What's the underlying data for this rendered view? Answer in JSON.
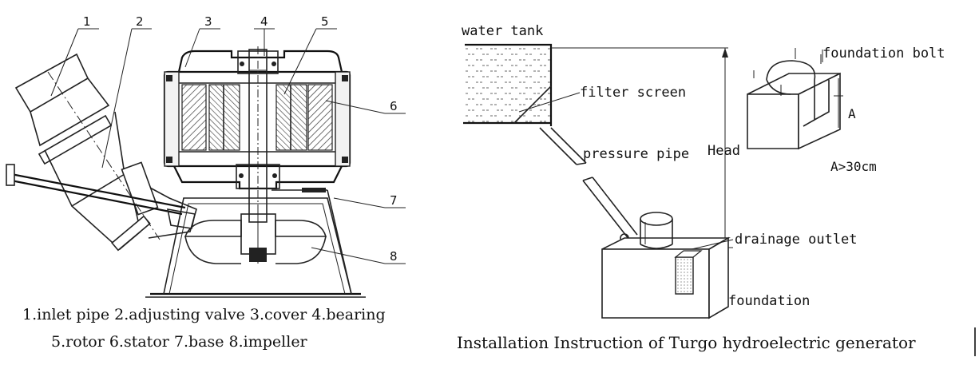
{
  "left_figure": {
    "callouts": [
      "1",
      "2",
      "3",
      "4",
      "5",
      "6",
      "7",
      "8"
    ],
    "legend_line1": "1.inlet pipe 2.adjusting valve 3.cover 4.bearing",
    "legend_line2": "5.rotor 6.stator 7.base 8.impeller"
  },
  "right_figure": {
    "water_tank": "water tank",
    "filter_screen": "filter screen",
    "pressure_pipe": "pressure pipe",
    "head": "Head",
    "foundation_bolt": "foundation bolt",
    "dimension_a": "A",
    "a_condition": "A>30cm",
    "drainage_outlet": "drainage outlet",
    "foundation": "foundation",
    "caption": "Installation Instruction of Turgo hydroelectric generator"
  }
}
